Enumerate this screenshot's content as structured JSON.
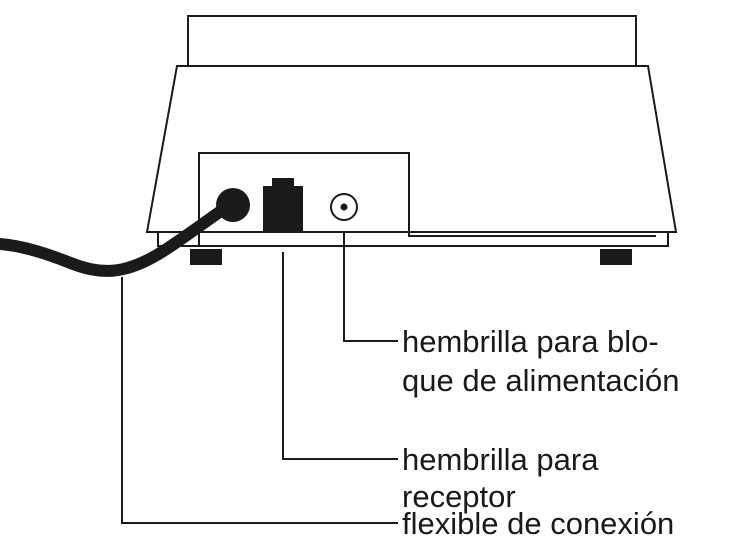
{
  "labels": {
    "power_socket_line1": "hembrilla para blo-",
    "power_socket_line2": "que de alimentación",
    "receiver_socket_line1": "hembrilla para",
    "receiver_socket_line2": "receptor",
    "cable": "flexible de conexión"
  },
  "colors": {
    "ink": "#1a1a1a",
    "background": "#ffffff"
  }
}
